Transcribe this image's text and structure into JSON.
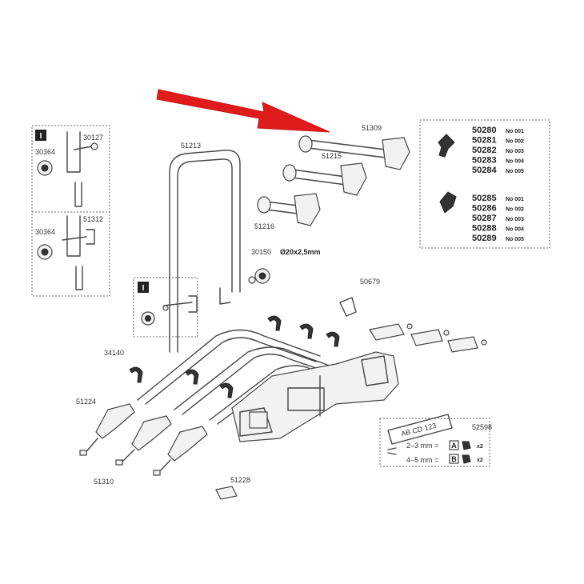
{
  "colors": {
    "arrow": "#e01b1b",
    "line": "#444444",
    "background": "#ffffff"
  },
  "labels": {
    "p30127": "30127",
    "p30364_a": "30364",
    "p30364_b": "30364",
    "p51312": "51312",
    "p51213": "51213",
    "p51309": "51309",
    "p51215": "51215",
    "p51216": "51216",
    "p30150": "30150",
    "tube_dim": "Ø20x2,5mm",
    "p50679": "50679",
    "p34140": "34140",
    "p51224": "51224",
    "p51310": "51310",
    "p51228": "51228",
    "p52598": "52598",
    "plate_text": "AB CD 123",
    "dim_a": "2–3 mm =",
    "dim_b": "4–5 mm =",
    "tag_a": "A",
    "tag_b": "B",
    "qty_a": "x2",
    "qty_b": "x2"
  },
  "inset_marks": {
    "left": "I",
    "middle": "I"
  },
  "key_codes": [
    {
      "code": "50280",
      "no": "No 001"
    },
    {
      "code": "50281",
      "no": "No 002"
    },
    {
      "code": "50282",
      "no": "No 003"
    },
    {
      "code": "50283",
      "no": "No 004"
    },
    {
      "code": "50284",
      "no": "No 005"
    },
    {
      "code": "50285",
      "no": "No 001"
    },
    {
      "code": "50286",
      "no": "No 002"
    },
    {
      "code": "50287",
      "no": "No 003"
    },
    {
      "code": "50288",
      "no": "No 004"
    },
    {
      "code": "50289",
      "no": "No 005"
    }
  ]
}
